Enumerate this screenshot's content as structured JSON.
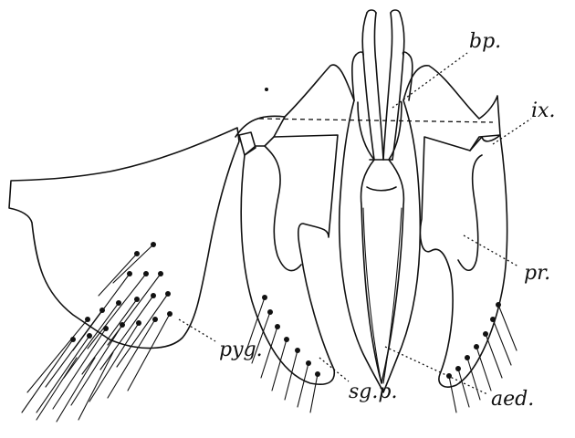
{
  "figure": {
    "labels": {
      "bp": "bp.",
      "ix": "ix.",
      "pr": "pr.",
      "pyg": "pyg.",
      "sgp": "sg.p.",
      "aed": "aed."
    }
  }
}
